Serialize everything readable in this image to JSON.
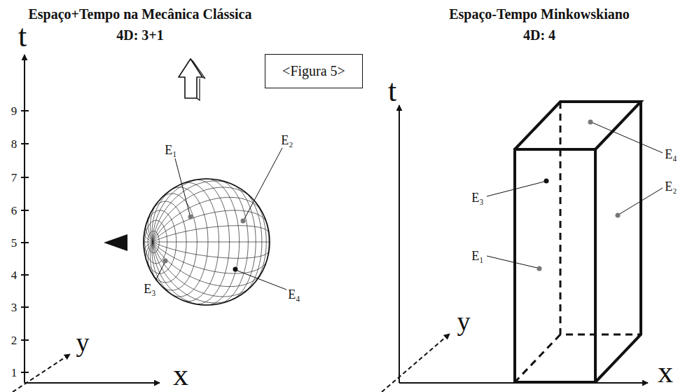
{
  "diagram": {
    "nodes": [
      {
        "text": [
          "<Figura 5>"
        ]
      }
    ],
    "labels": [
      "Espaço+Tempo na Mecânica Clássica",
      "4D: 3+1",
      "t",
      "9",
      "8",
      "7",
      "6",
      "5",
      "4",
      "3",
      "2",
      "1",
      "y",
      "x",
      "E₁",
      "E₂",
      "E₃",
      "E₄",
      "Espaço-Tempo Minkowskiano",
      "4D: 4",
      "t",
      "y",
      "x",
      "E₄",
      "E₂",
      "E₃",
      "E₁"
    ]
  }
}
